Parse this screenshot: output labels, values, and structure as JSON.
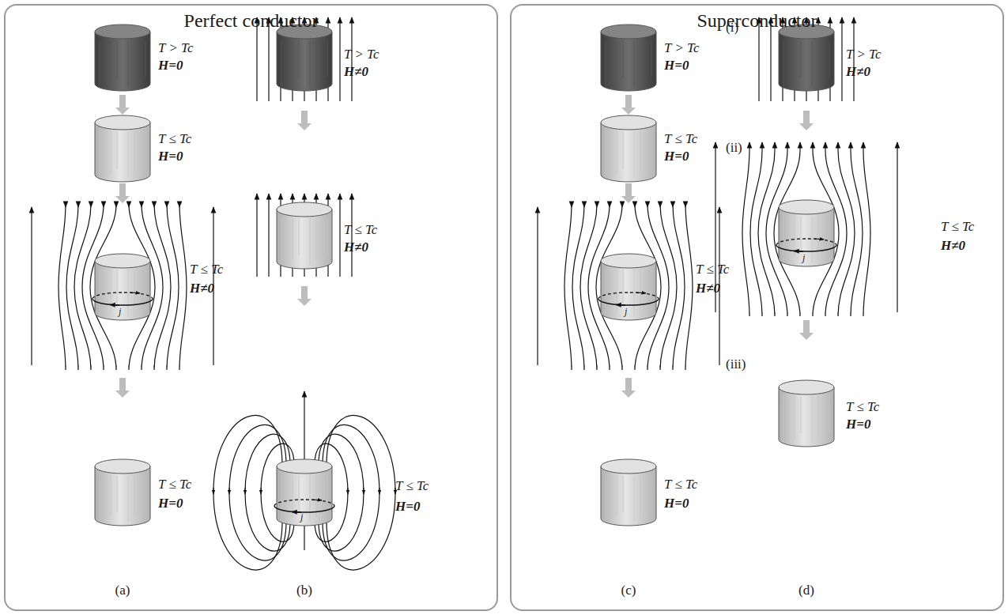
{
  "diagram": {
    "nodes": [
      {
        "text": [
          "Perfect conductor"
        ]
      },
      {
        "text": [
          "Superconductor"
        ]
      }
    ],
    "labels": [
      "T > Tc",
      "H=0",
      "T ≤ Tc",
      "H=0",
      "T ≤ Tc",
      "H≠0",
      "j",
      "T ≤ Tc",
      "H=0",
      "(a)",
      "T > Tc",
      "H≠0",
      "T ≤ Tc",
      "H≠0",
      "T ≤ Tc",
      "H=0",
      "j",
      "(b)",
      "T > Tc",
      "H=0",
      "T ≤ Tc",
      "H=0",
      "T ≤ Tc",
      "H≠0",
      "j",
      "T ≤ Tc",
      "H=0",
      "(c)",
      "(i)",
      "T > Tc",
      "H≠0",
      "(ii)",
      "T ≤ Tc",
      "H≠0",
      "j",
      "(iii)",
      "T ≤ Tc",
      "H=0",
      "(d)"
    ]
  }
}
